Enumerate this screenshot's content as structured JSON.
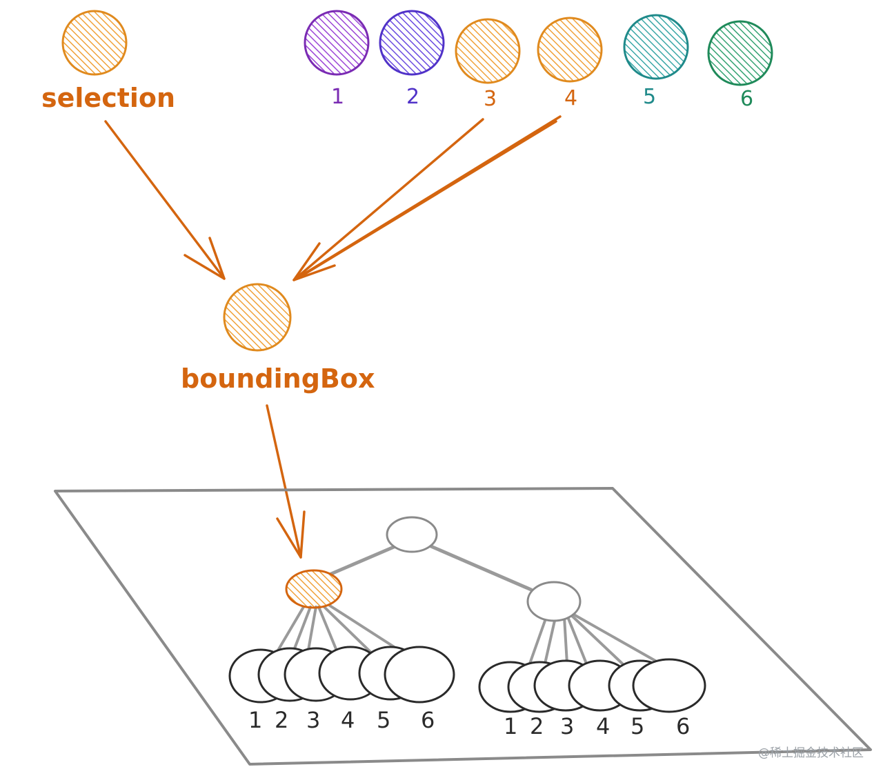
{
  "colors": {
    "orange": "#d4650f",
    "orange_fill": "#f2a93b",
    "purple": "#7a2bb3",
    "indigo": "#5032c8",
    "teal": "#1f8a8a",
    "green": "#1f8a5a",
    "gray": "#888888",
    "dark": "#2a2a2a"
  },
  "selection": {
    "label": "selection"
  },
  "bounding_box": {
    "label": "boundingBox"
  },
  "top_circles": [
    {
      "label": "1",
      "color": "#7a2bb3"
    },
    {
      "label": "2",
      "color": "#5032c8"
    },
    {
      "label": "3",
      "color": "#e08a1e"
    },
    {
      "label": "4",
      "color": "#e08a1e"
    },
    {
      "label": "5",
      "color": "#1f8a8a"
    },
    {
      "label": "6",
      "color": "#1f8a5a"
    }
  ],
  "left_leaves": [
    "1",
    "2",
    "3",
    "4",
    "5",
    "6"
  ],
  "right_leaves": [
    "1",
    "2",
    "3",
    "4",
    "5",
    "6"
  ],
  "watermark": "@稀土掘金技术社区"
}
